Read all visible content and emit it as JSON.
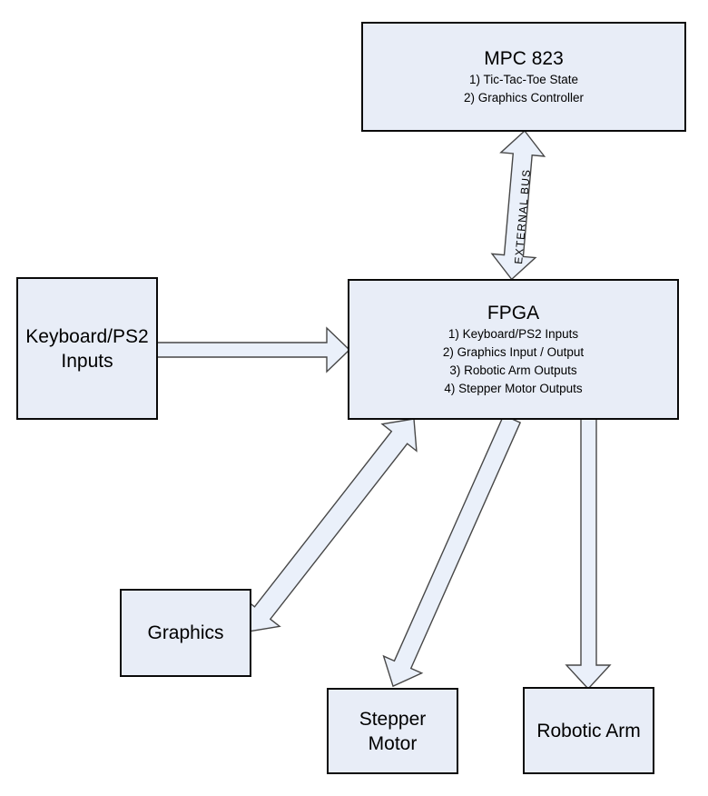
{
  "colors": {
    "page_bg": "#ffffff",
    "box_fill": "#e8edf7",
    "box_border": "#0a0a0a",
    "arrow_fill": "#eaf0fa",
    "arrow_stroke": "#474747",
    "text_color": "#000000"
  },
  "nodes": {
    "mpc823": {
      "title": "MPC 823",
      "items": [
        "1) Tic-Tac-Toe State",
        "2) Graphics Controller"
      ]
    },
    "fpga": {
      "title": "FPGA",
      "items": [
        "1) Keyboard/PS2 Inputs",
        "2) Graphics Input / Output",
        "3) Robotic Arm Outputs",
        "4) Stepper Motor Outputs"
      ]
    },
    "keyboard": {
      "lines": [
        "Keyboard/PS2",
        "Inputs"
      ]
    },
    "graphics": {
      "label": "Graphics"
    },
    "stepper": {
      "lines": [
        "Stepper",
        "Motor"
      ]
    },
    "robotic": {
      "label": "Robotic Arm"
    }
  },
  "edges": {
    "external_bus": {
      "label": "EXTERNAL BUS",
      "from": "mpc823",
      "to": "fpga",
      "direction": "bidirectional"
    },
    "keyboard_to_fpga": {
      "from": "keyboard",
      "to": "fpga",
      "direction": "one-way"
    },
    "fpga_graphics": {
      "from": "fpga",
      "to": "graphics",
      "direction": "bidirectional"
    },
    "fpga_to_stepper": {
      "from": "fpga",
      "to": "stepper",
      "direction": "one-way"
    },
    "fpga_to_robotic": {
      "from": "fpga",
      "to": "robotic",
      "direction": "one-way"
    }
  }
}
